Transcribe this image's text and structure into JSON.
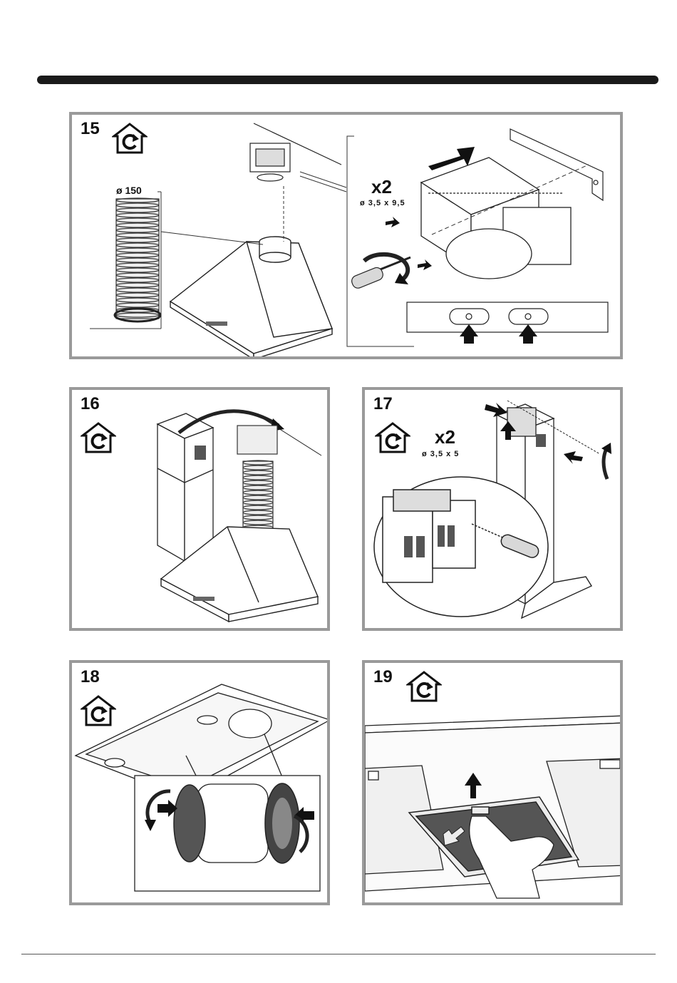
{
  "steps": [
    {
      "number": "15",
      "quantity": "x2",
      "screw_size": "ø 3,5 x 9,5",
      "duct_diameter": "ø 150",
      "recirculation_icon": "house-recirculation-icon"
    },
    {
      "number": "16",
      "recirculation_icon": "house-recirculation-icon"
    },
    {
      "number": "17",
      "quantity": "x2",
      "screw_size": "ø 3,5 x 5",
      "recirculation_icon": "house-recirculation-icon"
    },
    {
      "number": "18",
      "recirculation_icon": "house-recirculation-icon"
    },
    {
      "number": "19",
      "recirculation_icon": "house-recirculation-icon"
    }
  ],
  "colors": {
    "frame": "#9a9a9a",
    "ink": "#111111",
    "rule": "#1a1a1a",
    "filter": "#555555"
  }
}
